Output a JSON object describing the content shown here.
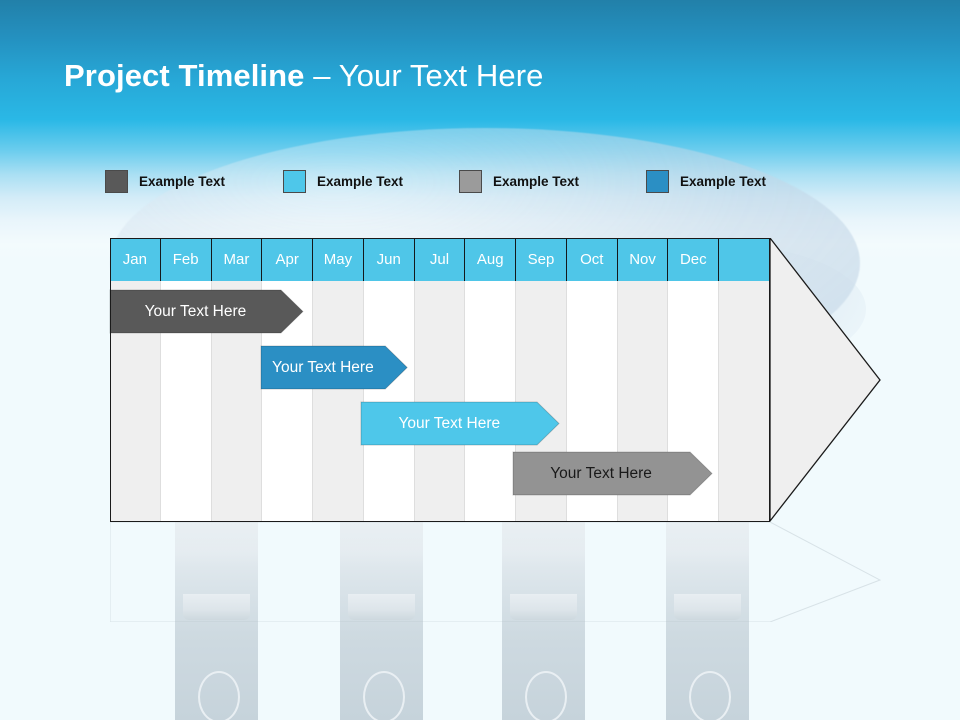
{
  "slide": {
    "title_bold": "Project Timeline",
    "title_light": " – Your Text Here",
    "background_top_color": "#2280a9",
    "background_mid_color": "#2ab8e6",
    "background_bottom_color": "#f1fafd"
  },
  "legend": {
    "items": [
      {
        "label": "Example Text",
        "color": "#595959",
        "x": 0
      },
      {
        "label": "Example Text",
        "color": "#4ec7ea",
        "x": 178
      },
      {
        "label": "Example Text",
        "color": "#9b9b9b",
        "x": 354
      },
      {
        "label": "Example Text",
        "color": "#2b8fc4",
        "x": 541
      }
    ]
  },
  "chart_data": {
    "type": "bar",
    "title": "Project Timeline",
    "xlabel": "",
    "ylabel": "",
    "categories": [
      "Jan",
      "Feb",
      "Mar",
      "Apr",
      "May",
      "Jun",
      "Jul",
      "Aug",
      "Sep",
      "Oct",
      "Nov",
      "Dec"
    ],
    "header_fill": "#4fc6e8",
    "header_text_color": "#ffffff",
    "stripe_odd": "#efefef",
    "stripe_even": "#ffffff",
    "series": [
      {
        "name": "Your  Text Here",
        "label": "Your  Text Here",
        "start_month": "Jan",
        "end_month": "Apr",
        "start_index": 0,
        "end_index": 3.8,
        "row": 0,
        "color": "#595959",
        "text_color": "#ffffff"
      },
      {
        "name": "Your  Text Here",
        "label": "Your  Text Here",
        "start_month": "Apr",
        "end_month": "Jul",
        "start_index": 2.97,
        "end_index": 5.85,
        "row": 1,
        "color": "#2b8fc4",
        "text_color": "#ffffff"
      },
      {
        "name": "Your  Text Here",
        "label": "Your  Text Here",
        "start_month": "Jun",
        "end_month": "Sep",
        "start_index": 4.95,
        "end_index": 8.85,
        "row": 2,
        "color": "#4ec7ea",
        "text_color": "#ffffff"
      },
      {
        "name": "Your  Text Here",
        "label": "Your  Text Here",
        "start_month": "Sep",
        "end_month": "Dec",
        "start_index": 7.93,
        "end_index": 11.85,
        "row": 3,
        "color": "#939393",
        "text_color": "#1a1a1a"
      }
    ],
    "arrow_tip_color": "#efefef",
    "arrow_outline_color": "#1a1a1a",
    "grid": true,
    "legend_position": "top"
  },
  "decor": {
    "binder_label": "binder-watermark",
    "binder_xs": [
      175,
      340,
      502,
      666
    ]
  }
}
